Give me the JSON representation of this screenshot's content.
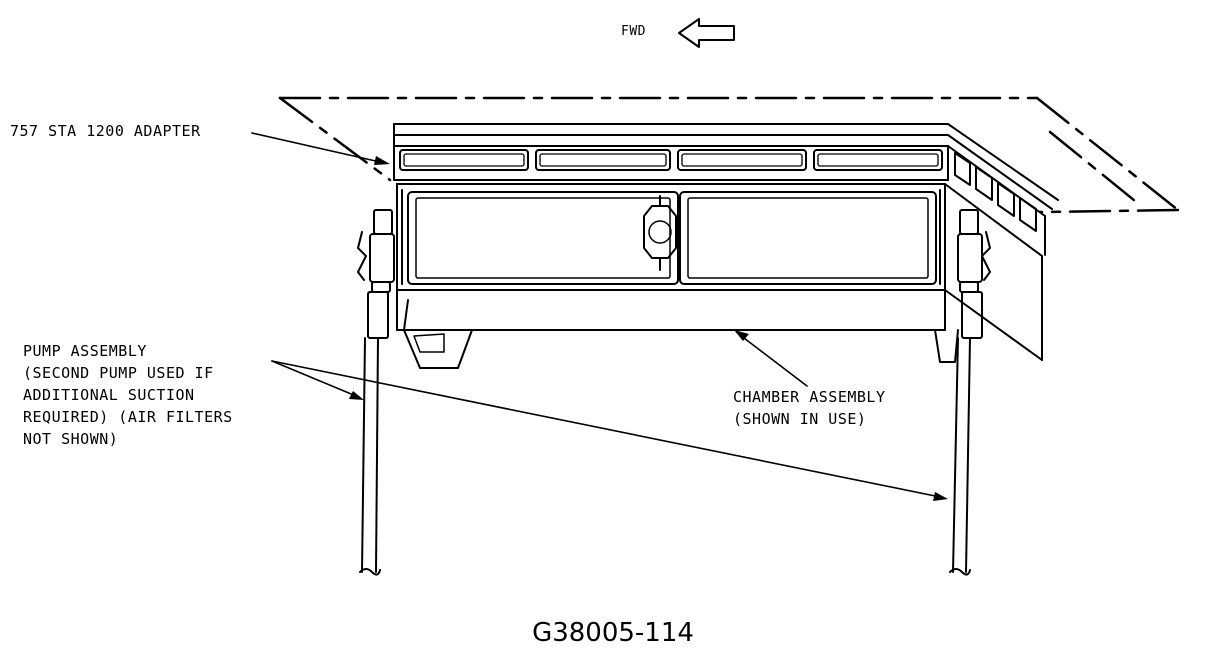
{
  "header": {
    "direction_label": "FWD"
  },
  "callouts": {
    "adapter": "757 STA 1200 ADAPTER",
    "pump": [
      "PUMP ASSEMBLY",
      "(SECOND PUMP USED IF",
      "ADDITIONAL SUCTION",
      "REQUIRED) (AIR FILTERS",
      "NOT SHOWN)"
    ],
    "chamber": [
      "CHAMBER ASSEMBLY",
      "(SHOWN IN USE)"
    ]
  },
  "figure_id": "G38005-114",
  "colors": {
    "ink": "#000000",
    "background": "#ffffff"
  }
}
